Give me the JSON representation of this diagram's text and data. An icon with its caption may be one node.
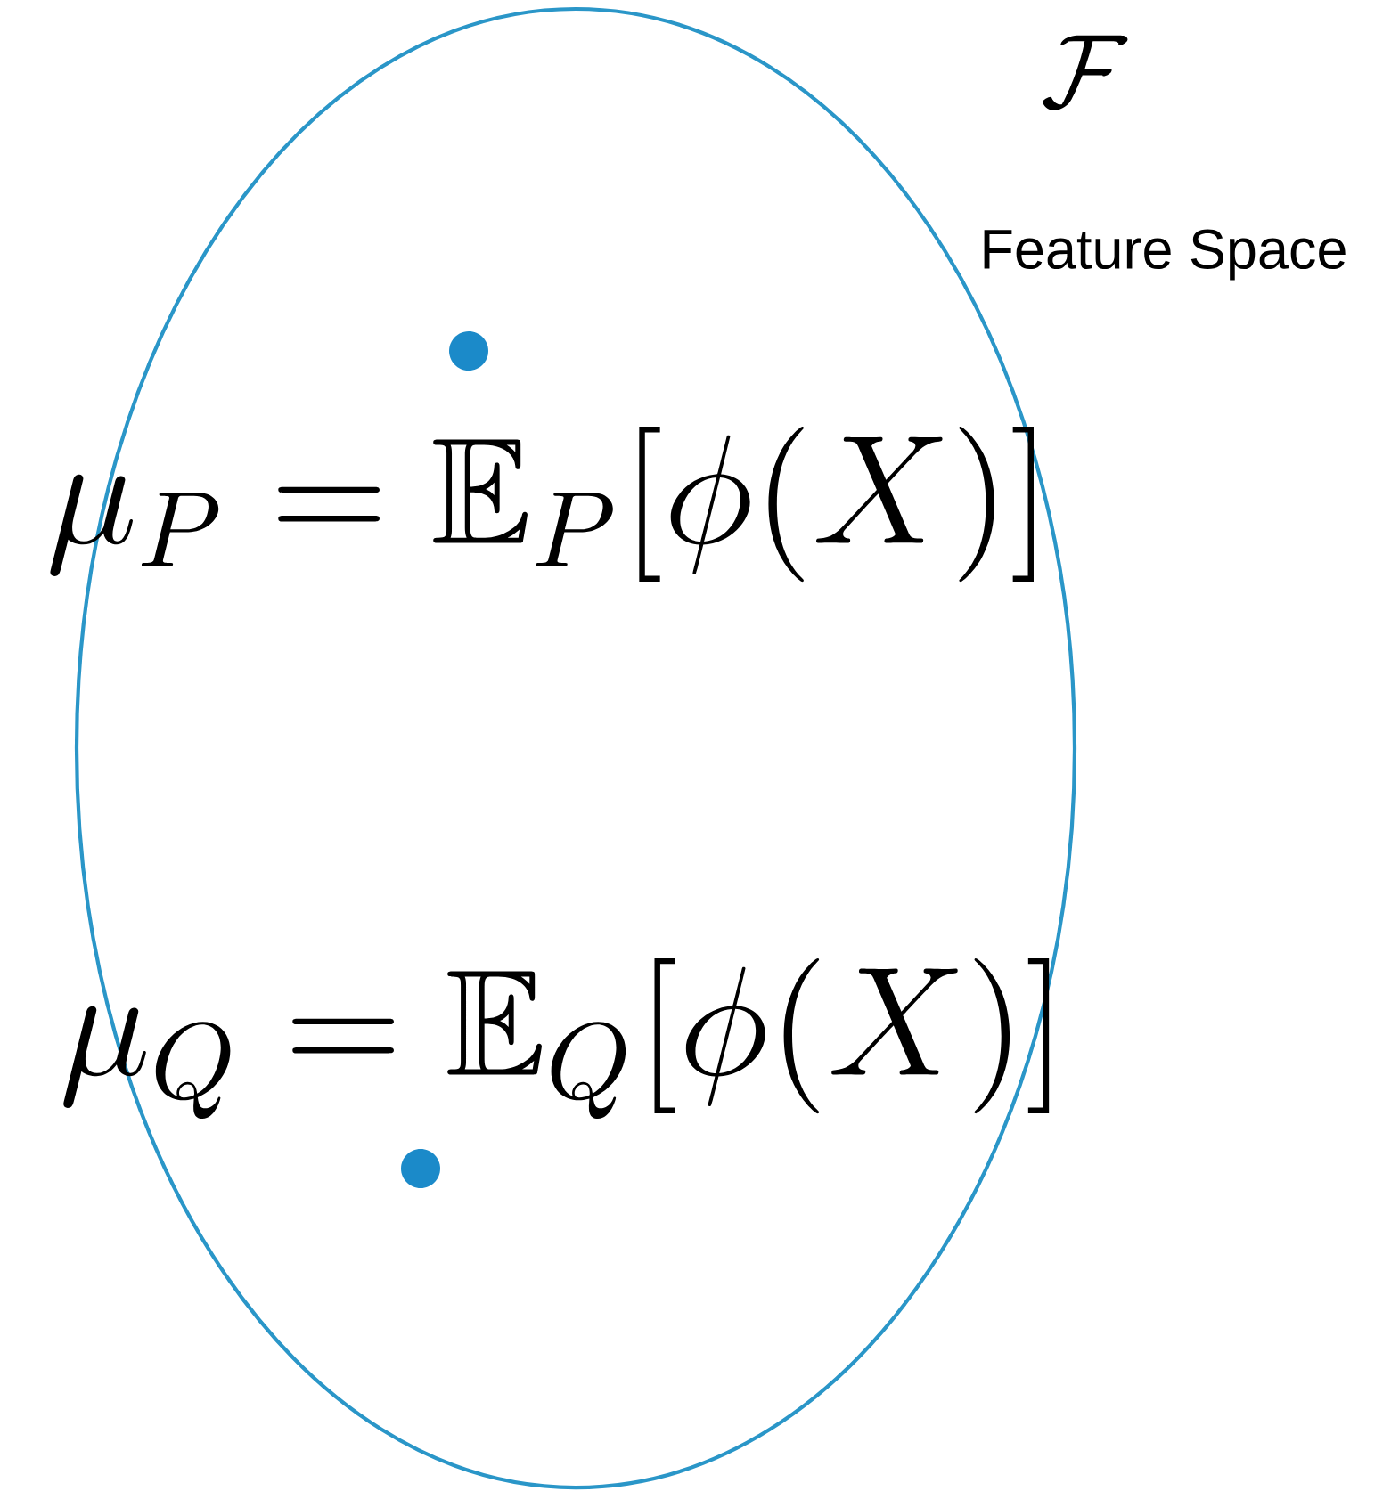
{
  "diagram": {
    "nodes": [
      {
        "text": [],
        "shape": "ellipse"
      },
      {
        "text": [],
        "shape": "circle",
        "in": 0
      },
      {
        "text": [],
        "shape": "circle",
        "in": 0
      }
    ],
    "labels": [
      "\\mathcal{F}",
      "Feature Space",
      "\\mu_P = \\mathbb{E}_P[\\phi(X)]",
      "\\mu_Q = \\mathbb{E}_Q[\\phi(X)]"
    ]
  }
}
